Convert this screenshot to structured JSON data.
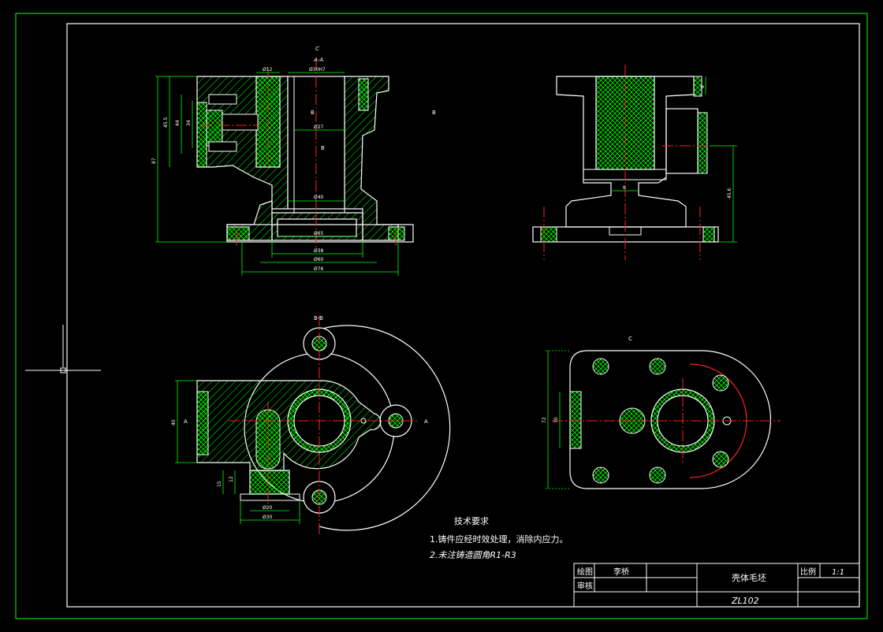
{
  "colors": {
    "background": "#000000",
    "outline": "#ffffff",
    "dimension": "#00ff00",
    "centerline": "#ff2020",
    "hatch": "#00ff00",
    "frame": "#00ff00"
  },
  "views": {
    "section_aa": {
      "section_label": "A-A",
      "c_marker": "C",
      "b_marker_1": "B",
      "b_marker_2": "B",
      "dims": [
        "Ø12",
        "Ø30H7",
        "Ø27",
        "Ø40",
        "Ø65",
        "Ø38",
        "Ø60",
        "Ø76",
        "87",
        "45.5",
        "44",
        "34"
      ]
    },
    "side_view": {
      "b_marker": "B",
      "dims": [
        "8",
        "6",
        "45.6"
      ]
    },
    "section_bb": {
      "section_label": "B-B",
      "a_marker_left": "A",
      "a_marker_right": "A",
      "dims": [
        "40",
        "Ø20",
        "Ø30",
        "15",
        "12"
      ]
    },
    "view_c": {
      "view_label": "C",
      "dims": [
        "70",
        "72"
      ]
    }
  },
  "notes": {
    "title": "技术要求",
    "items": [
      "1.铸件应经时效处理，消除内应力。",
      "2.未注铸造圆角R1-R3"
    ]
  },
  "title_block": {
    "drawn_label": "绘图",
    "drawn_name": "李桥",
    "checked_label": "审核",
    "part_name": "壳体毛坯",
    "material": "ZL102",
    "scale_label": "比例",
    "scale_value": "1:1"
  }
}
